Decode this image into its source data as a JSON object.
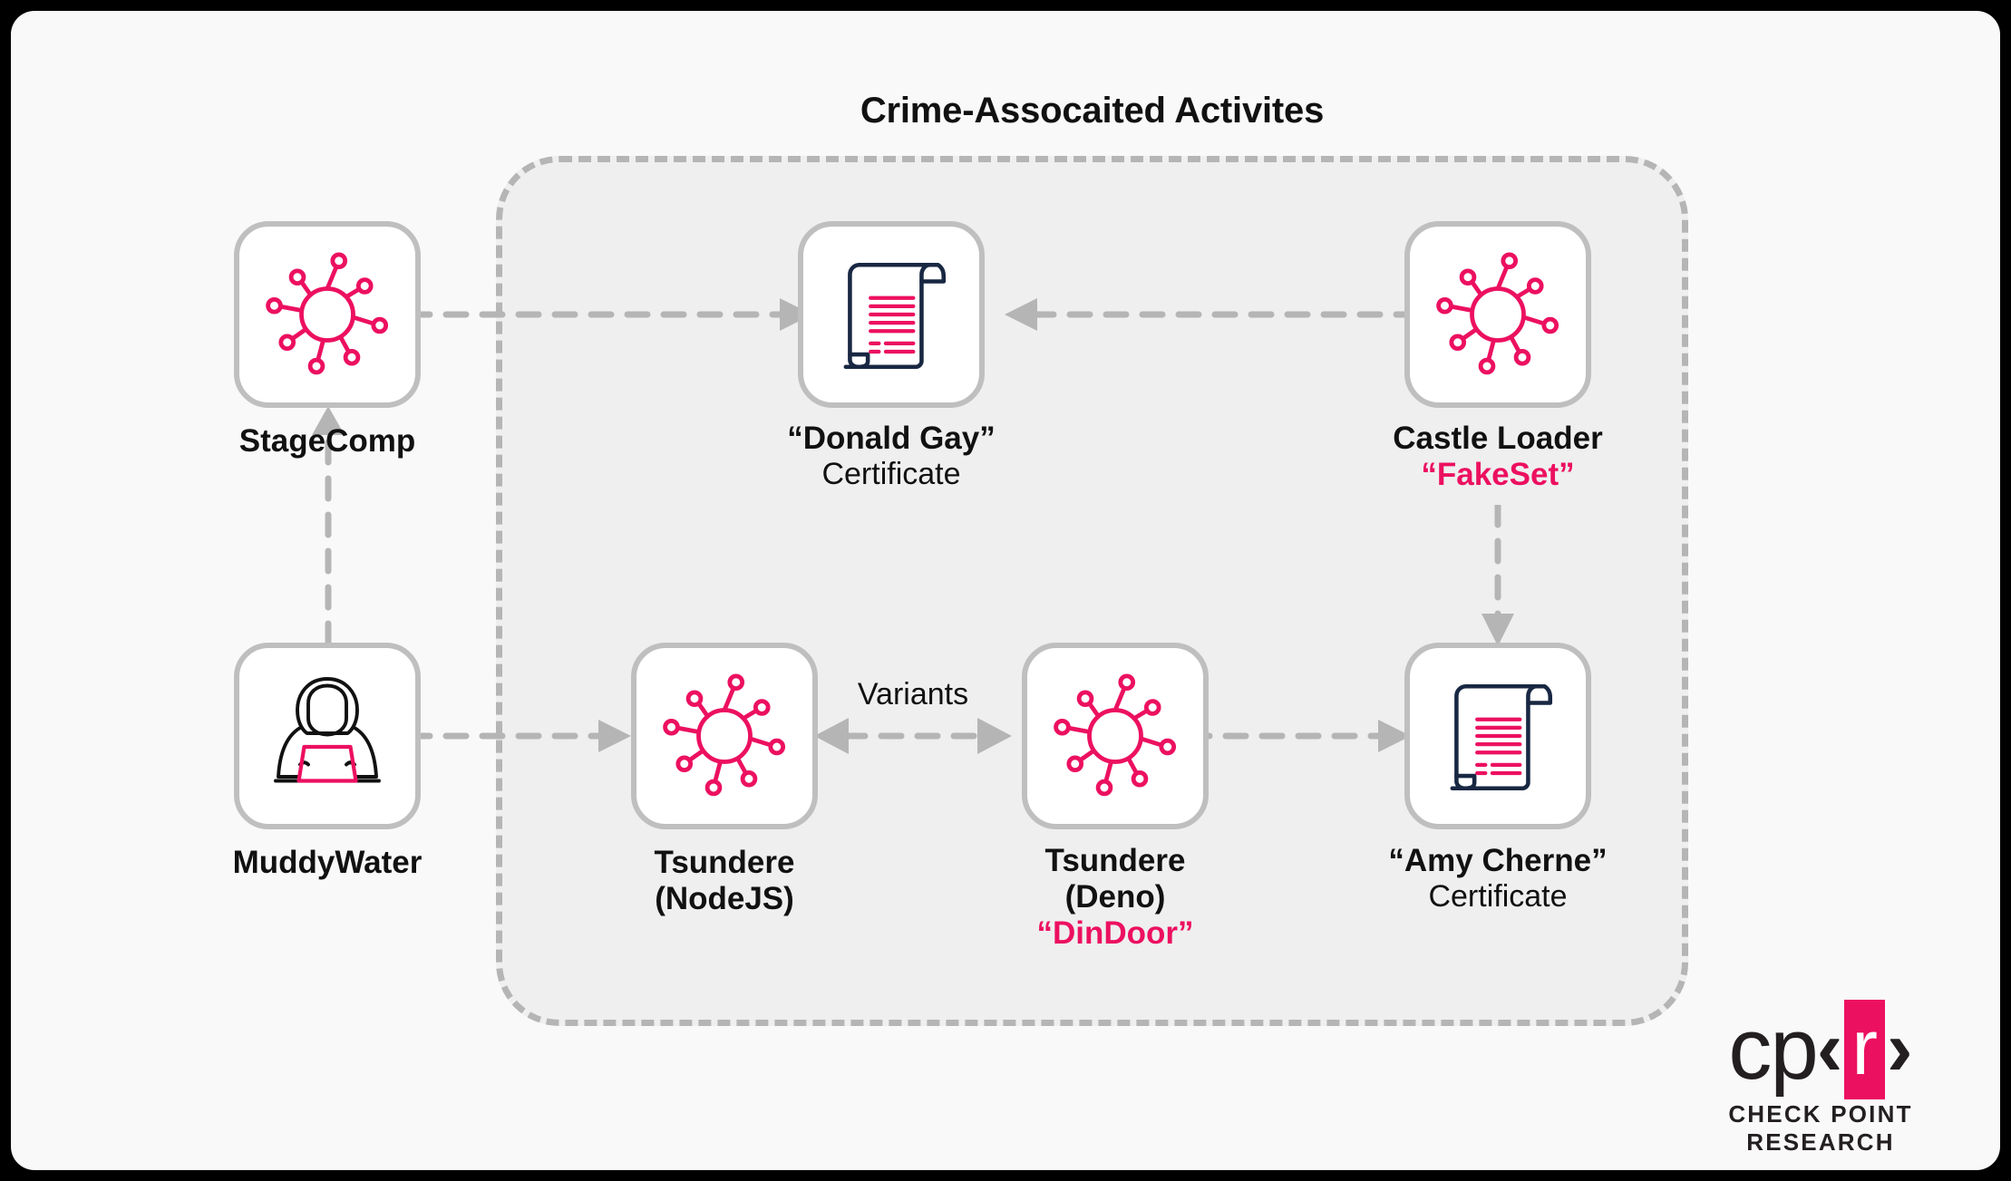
{
  "diagram": {
    "title": "Crime-Assocaited Activites",
    "colors": {
      "accent_pink": "#EC1060",
      "icon_navy": "#182742",
      "connector_gray": "#B5B5B5",
      "node_border_gray": "#BFBFBF",
      "group_fill": "#EFEFEF",
      "page_background": "#F9F9F9",
      "frame": "#000000"
    },
    "nodes": [
      {
        "id": "stagecomp",
        "icon": "virus-icon",
        "label_primary": "StageComp",
        "label_secondary": "",
        "label_alias": ""
      },
      {
        "id": "muddywater",
        "icon": "hacker-hoodie-laptop-icon",
        "label_primary": "MuddyWater",
        "label_secondary": "",
        "label_alias": ""
      },
      {
        "id": "donald-gay",
        "icon": "certificate-scroll-icon",
        "label_primary": "“Donald Gay”",
        "label_secondary": "Certificate",
        "label_alias": ""
      },
      {
        "id": "castle-loader",
        "icon": "virus-icon",
        "label_primary": "Castle Loader",
        "label_secondary": "",
        "label_alias": "“FakeSet”"
      },
      {
        "id": "tsundere-nodejs",
        "icon": "virus-icon",
        "label_primary": "Tsundere",
        "label_secondary": "(NodeJS)",
        "label_alias": ""
      },
      {
        "id": "tsundere-deno",
        "icon": "virus-icon",
        "label_primary": "Tsundere",
        "label_secondary": "(Deno)",
        "label_alias": "“DinDoor”"
      },
      {
        "id": "amy-cherne",
        "icon": "certificate-scroll-icon",
        "label_primary": "“Amy Cherne”",
        "label_secondary": "Certificate",
        "label_alias": ""
      }
    ],
    "edges": [
      {
        "id": "muddywater-to-stagecomp",
        "from": "muddywater",
        "to": "stagecomp",
        "label": "",
        "style": "dashed",
        "direction": "up"
      },
      {
        "id": "stagecomp-to-donald-gay",
        "from": "stagecomp",
        "to": "donald-gay",
        "label": "",
        "style": "dashed",
        "direction": "right"
      },
      {
        "id": "castle-loader-to-donald-gay",
        "from": "castle-loader",
        "to": "donald-gay",
        "label": "",
        "style": "dashed",
        "direction": "left"
      },
      {
        "id": "castle-loader-to-amy-cherne",
        "from": "castle-loader",
        "to": "amy-cherne",
        "label": "",
        "style": "dashed",
        "direction": "down"
      },
      {
        "id": "muddywater-to-tsundere-nodejs",
        "from": "muddywater",
        "to": "tsundere-nodejs",
        "label": "",
        "style": "dashed",
        "direction": "right"
      },
      {
        "id": "tsundere-variants",
        "from": "tsundere-nodejs",
        "to": "tsundere-deno",
        "label": "Variants",
        "style": "dashed",
        "direction": "both"
      },
      {
        "id": "tsundere-deno-to-amy-cherne",
        "from": "tsundere-deno",
        "to": "amy-cherne",
        "label": "",
        "style": "dashed",
        "direction": "right"
      }
    ]
  },
  "logo": {
    "mark_left": "cp",
    "mark_open": "‹",
    "mark_letter": "r",
    "mark_close": "›",
    "tagline": "CHECK POINT RESEARCH"
  }
}
